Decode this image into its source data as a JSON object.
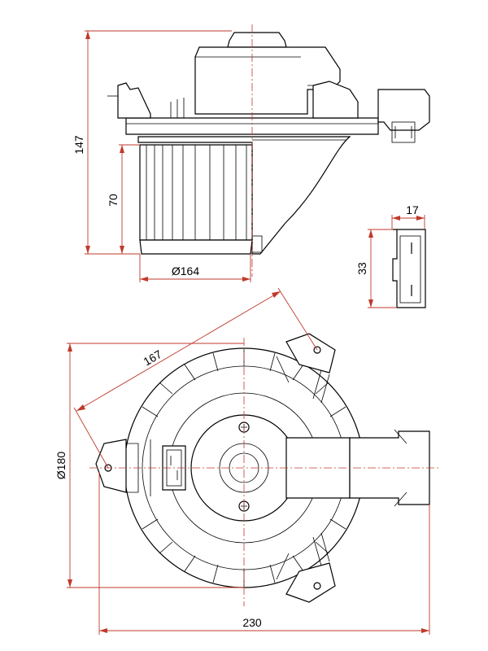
{
  "dimensions": {
    "height_overall": "147",
    "height_fan": "70",
    "fan_diameter": "Ø164",
    "connector_width": "17",
    "connector_height": "33",
    "mount_span": "167",
    "body_diameter": "Ø180",
    "overall_width": "230"
  },
  "colors": {
    "outline": "#000000",
    "dimension": "#c0392b"
  }
}
